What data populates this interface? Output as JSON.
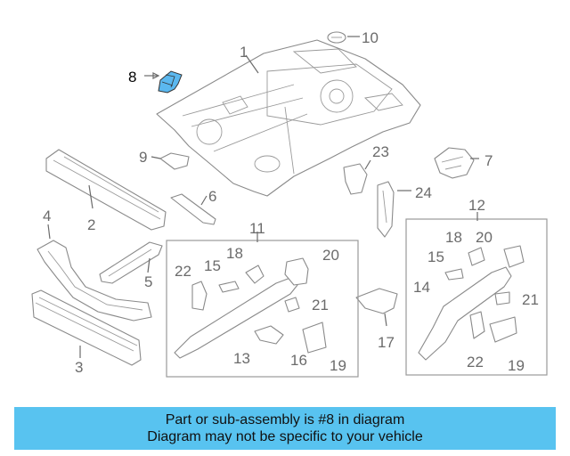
{
  "diagram": {
    "highlight_color": "#5bb8ef",
    "highlighted_part": "8",
    "callouts": {
      "p1": "1",
      "p2": "2",
      "p3": "3",
      "p4": "4",
      "p5": "5",
      "p6": "6",
      "p7": "7",
      "p8": "8",
      "p9": "9",
      "p10": "10",
      "p11": "11",
      "p12": "12",
      "p13": "13",
      "p14": "14",
      "p15a": "15",
      "p15b": "15",
      "p16": "16",
      "p17": "17",
      "p18a": "18",
      "p18b": "18",
      "p19a": "19",
      "p19b": "19",
      "p20a": "20",
      "p20b": "20",
      "p21a": "21",
      "p21b": "21",
      "p22a": "22",
      "p22b": "22",
      "p23": "23",
      "p24": "24"
    }
  },
  "banner": {
    "line1": "Part or sub-assembly is #8 in diagram",
    "line2": "Diagram may not be specific to your vehicle"
  }
}
